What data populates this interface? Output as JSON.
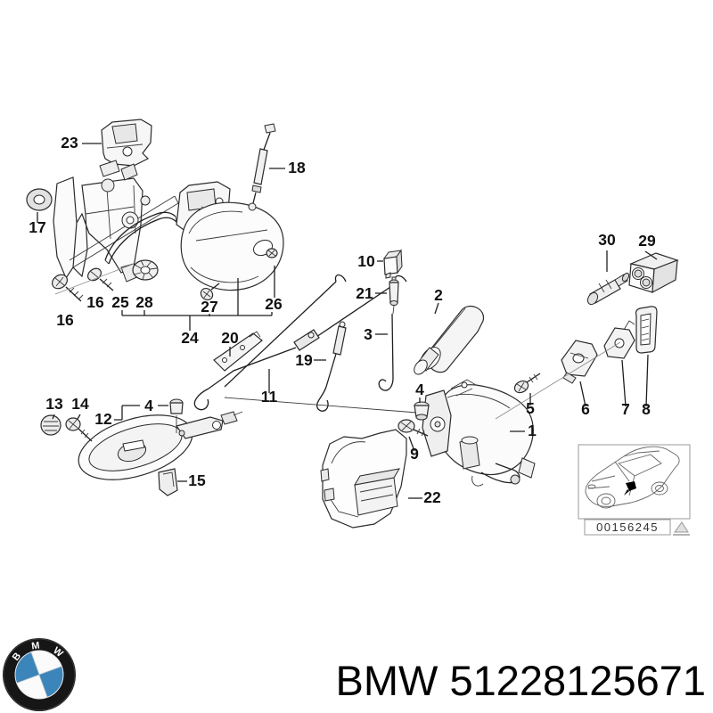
{
  "diagram": {
    "labels": {
      "l1": "1",
      "l2": "2",
      "l3": "3",
      "l4a": "4",
      "l4b": "4",
      "l5": "5",
      "l6": "6",
      "l7": "7",
      "l8": "8",
      "l9": "9",
      "l10": "10",
      "l11": "11",
      "l12": "12",
      "l13": "13",
      "l14": "14",
      "l15": "15",
      "l16a": "16",
      "l16b": "16",
      "l17": "17",
      "l18": "18",
      "l19": "19",
      "l20": "20",
      "l21": "21",
      "l22": "22",
      "l23": "23",
      "l24": "24",
      "l25": "25",
      "l26": "26",
      "l27": "27",
      "l28": "28",
      "l29": "29",
      "l30": "30"
    },
    "inset": {
      "image_code": "00156245"
    }
  },
  "footer": {
    "label": "BMW 51228125671",
    "logo_letters": {
      "b": "B",
      "m": "M",
      "w": "W"
    }
  },
  "colors": {
    "line": "#1f1f1f",
    "roundel_blue": "#3c85bb",
    "background": "#ffffff"
  }
}
